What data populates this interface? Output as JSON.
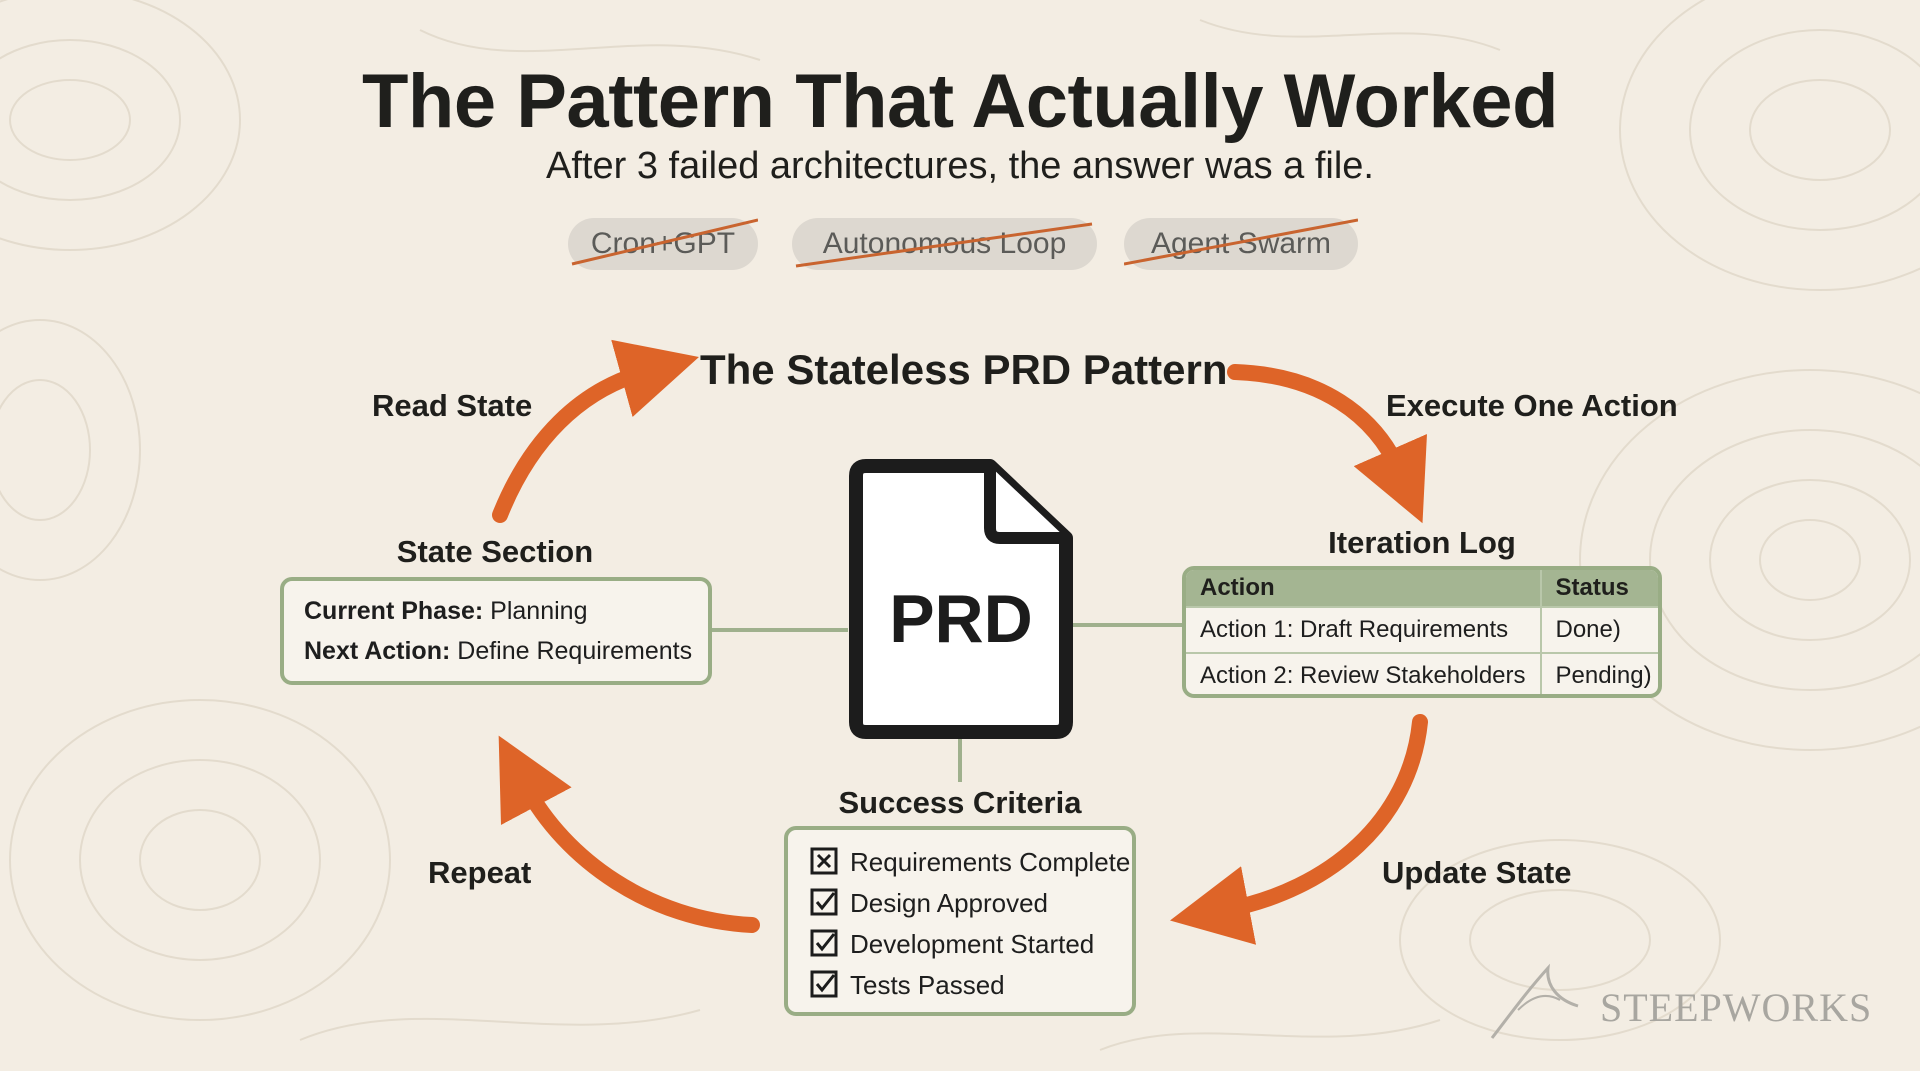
{
  "header": {
    "title": "The Pattern That Actually Worked",
    "subtitle": "After 3 failed architectures, the answer was a file."
  },
  "failed_architectures": [
    "Cron+GPT",
    "Autonomous Loop",
    "Agent Swarm"
  ],
  "cycle": {
    "title": "The Stateless PRD Pattern",
    "steps": {
      "read": "Read State",
      "execute": "Execute One Action",
      "update": "Update State",
      "repeat": "Repeat"
    },
    "center_label": "PRD"
  },
  "state_section": {
    "heading": "State Section",
    "rows": [
      {
        "label": "Current Phase:",
        "value": "Planning"
      },
      {
        "label": "Next Action:",
        "value": "Define Requirements"
      }
    ]
  },
  "iteration_log": {
    "heading": "Iteration Log",
    "columns": [
      "Action",
      "Status"
    ],
    "rows": [
      [
        "Action 1: Draft Requirements",
        "Done)"
      ],
      [
        "Action 2: Review Stakeholders",
        "Pending)"
      ]
    ]
  },
  "success_criteria": {
    "heading": "Success Criteria",
    "items": [
      "Requirements Complete",
      "Design Approved",
      "Development Started",
      "Tests Passed"
    ]
  },
  "brand": {
    "name": "STEEPWORKS"
  },
  "colors": {
    "background": "#f3ede3",
    "arrow": "#de6428",
    "strike": "#c9642f",
    "box_border": "#99ad85",
    "table_header": "#a4b592",
    "text": "#1f1f1c"
  }
}
